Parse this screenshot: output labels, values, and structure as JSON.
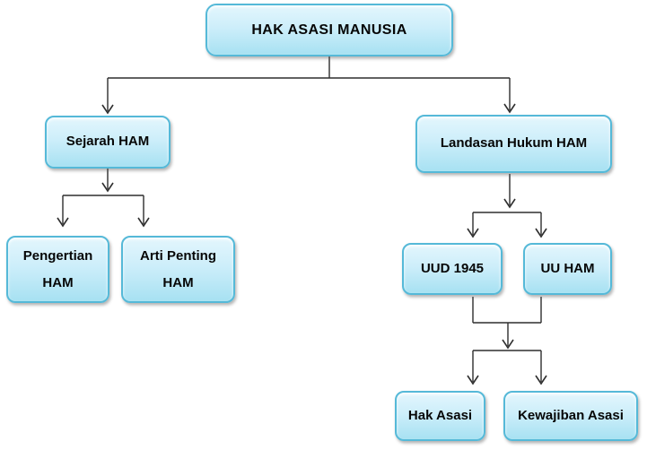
{
  "diagram": {
    "type": "flowchart",
    "title": "HAK ASASI MANUSIA",
    "nodes": {
      "root": {
        "label": "HAK ASASI MANUSIA"
      },
      "sejarah": {
        "label": "Sejarah HAM"
      },
      "landasan": {
        "label": "Landasan Hukum HAM"
      },
      "pengertian": {
        "label": "Pengertian HAM",
        "line1": "Pengertian",
        "line2": "HAM"
      },
      "arti": {
        "label": "Arti Penting HAM",
        "line1": "Arti Penting",
        "line2": "HAM"
      },
      "uud": {
        "label": "UUD 1945"
      },
      "uuham": {
        "label": "UU HAM"
      },
      "hak": {
        "label": "Hak Asasi"
      },
      "kewajiban": {
        "label": "Kewajiban Asasi"
      }
    },
    "edges": [
      {
        "from": "root",
        "to": "sejarah"
      },
      {
        "from": "root",
        "to": "landasan"
      },
      {
        "from": "sejarah",
        "to": "pengertian"
      },
      {
        "from": "sejarah",
        "to": "arti"
      },
      {
        "from": "landasan",
        "to": "uud"
      },
      {
        "from": "landasan",
        "to": "uuham"
      },
      {
        "from": "uud",
        "to": "hak"
      },
      {
        "from": "uud",
        "to": "kewajiban"
      },
      {
        "from": "uuham",
        "to": "hak"
      },
      {
        "from": "uuham",
        "to": "kewajiban"
      }
    ],
    "colors": {
      "background": "#ffffff",
      "node_fill_top": "#e3f6fd",
      "node_fill_bottom": "#a7e1f2",
      "node_border": "#55b9d8",
      "connector": "#2e2e2e",
      "text": "#060606"
    }
  }
}
